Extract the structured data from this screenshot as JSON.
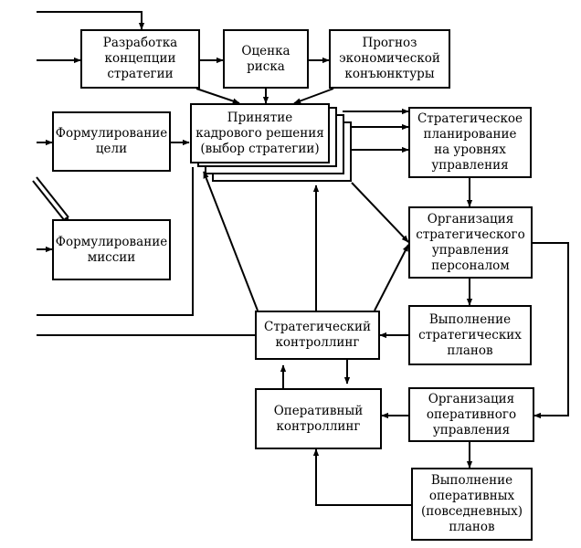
{
  "blocks": {
    "concept": "Разработка\nконцепции\nстратегии",
    "risk": "Оценка\nриска",
    "forecast": "Прогноз\nэкономической\nконъюнктуры",
    "goal": "Формулирование\nцели",
    "mission": "Формулирование\nмиссии",
    "decision": "Принятие\nкадрового решения\n(выбор стратегии)",
    "planning": "Стратегическое\nпланирование\nна уровнях\nуправления",
    "org_strategic": "Организация\nстратегического\nуправления\nперсоналом",
    "exec_strategic": "Выполнение\nстратегических\nпланов",
    "org_operative": "Организация\nоперативного\nуправления",
    "exec_operative": "Выполнение\nоперативных\n(повседневных)\nпланов",
    "strat_control": "Стратегический\nконтроллинг",
    "oper_control": "Оперативный\nконтроллинг"
  }
}
